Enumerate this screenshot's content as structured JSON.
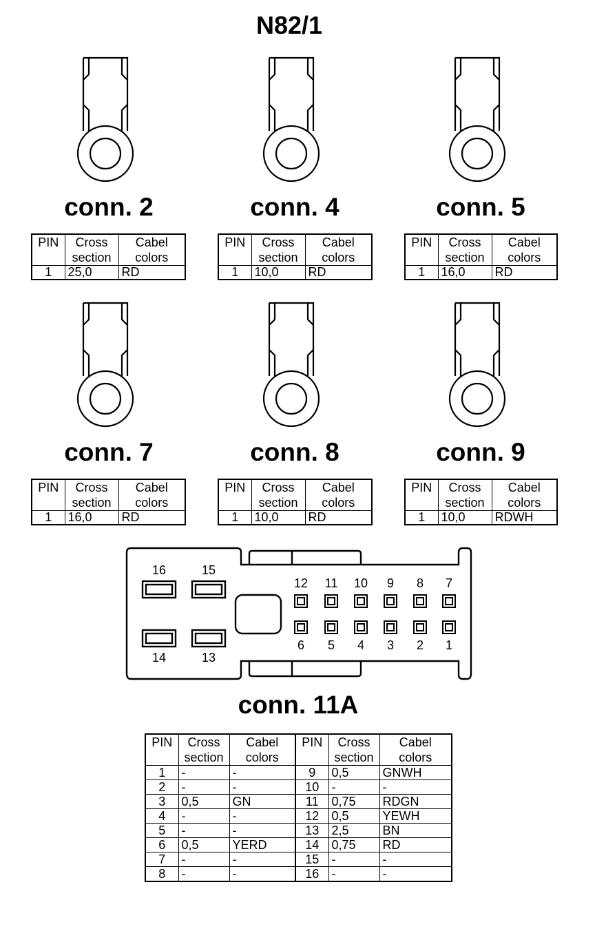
{
  "title": "N82/1",
  "header": {
    "pin": "PIN",
    "cross": "Cross\nsection",
    "cabel": "Cabel\ncolors"
  },
  "connectors": [
    {
      "name": "conn. 2",
      "rows": [
        {
          "pin": "1",
          "section": "25,0",
          "color": "RD"
        }
      ]
    },
    {
      "name": "conn. 4",
      "rows": [
        {
          "pin": "1",
          "section": "10,0",
          "color": "RD"
        }
      ]
    },
    {
      "name": "conn. 5",
      "rows": [
        {
          "pin": "1",
          "section": "16,0",
          "color": "RD"
        }
      ]
    },
    {
      "name": "conn. 7",
      "rows": [
        {
          "pin": "1",
          "section": "16,0",
          "color": "RD"
        }
      ]
    },
    {
      "name": "conn. 8",
      "rows": [
        {
          "pin": "1",
          "section": "10,0",
          "color": "RD"
        }
      ]
    },
    {
      "name": "conn. 9",
      "rows": [
        {
          "pin": "1",
          "section": "10,0",
          "color": "RDWH"
        }
      ]
    }
  ],
  "conn11a": {
    "name": "conn. 11A",
    "pin_labels": {
      "large_top": [
        "16",
        "15"
      ],
      "large_bottom": [
        "14",
        "13"
      ],
      "small_top": [
        "12",
        "11",
        "10",
        "9",
        "8",
        "7"
      ],
      "small_bottom": [
        "6",
        "5",
        "4",
        "3",
        "2",
        "1"
      ]
    },
    "rows": [
      {
        "pin": "1",
        "section": "-",
        "color": "-",
        "pin2": "9",
        "section2": "0,5",
        "color2": "GNWH"
      },
      {
        "pin": "2",
        "section": "-",
        "color": "-",
        "pin2": "10",
        "section2": "-",
        "color2": "-"
      },
      {
        "pin": "3",
        "section": "0,5",
        "color": "GN",
        "pin2": "11",
        "section2": "0,75",
        "color2": "RDGN"
      },
      {
        "pin": "4",
        "section": "-",
        "color": "-",
        "pin2": "12",
        "section2": "0,5",
        "color2": "YEWH"
      },
      {
        "pin": "5",
        "section": "-",
        "color": "-",
        "pin2": "13",
        "section2": "2,5",
        "color2": "BN"
      },
      {
        "pin": "6",
        "section": "0,5",
        "color": "YERD",
        "pin2": "14",
        "section2": "0,75",
        "color2": "RD"
      },
      {
        "pin": "7",
        "section": "-",
        "color": "-",
        "pin2": "15",
        "section2": "-",
        "color2": "-"
      },
      {
        "pin": "8",
        "section": "-",
        "color": "-",
        "pin2": "16",
        "section2": "-",
        "color2": "-"
      }
    ]
  }
}
